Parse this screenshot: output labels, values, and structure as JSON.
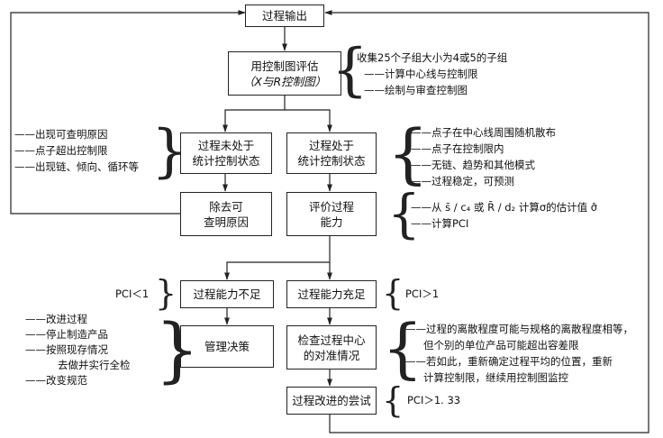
{
  "boxes": {
    "output": "过程输出",
    "evaluate_line1": "用控制图评估",
    "evaluate_line2": "（X与R控制图）",
    "not_controlled_line1": "过程未处于",
    "not_controlled_line2": "统计控制状态",
    "controlled_line1": "过程处于",
    "controlled_line2": "统计控制状态",
    "remove_line1": "除去可",
    "remove_line2": "查明原因",
    "capability_line1": "评价过程",
    "capability_line2": "能力",
    "insufficient": "过程能力不足",
    "sufficient": "过程能力充足",
    "management": "管理决策",
    "check_line1": "检查过程中心",
    "check_line2": "的对准情况",
    "improve": "过程改进的尝试"
  },
  "notes": {
    "collect": [
      "收集25个子组大小为4或5的子组",
      "——计算中心线与控制限",
      "——绘制与审查控制图"
    ],
    "causes": [
      "——出现可查明原因",
      "——点子超出控制限",
      "——出现链、倾向、循环等"
    ],
    "random": [
      "——点子在中心线周围随机散布",
      "——点子在控制限内",
      "——无链、趋势和其他模式",
      "——过程稳定，可预测"
    ],
    "estimate": [
      "——从 s̄ / c₄ 或 R̄ / d₂ 计算σ的估计值 σ̂",
      "——计算PCI"
    ],
    "pci_low": "PCI＜1",
    "pci_high": "PCI＞1",
    "actions": [
      "——改进过程",
      "——停止制造产品",
      "——按照现存情况",
      "去做并实行全检",
      "——改变规范"
    ],
    "deviation": [
      "——过程的离散程度可能与规格的离散程度相等，",
      "但个别的单位产品可能超出容差限",
      "——若如此，重新确定过程平均的位置，重新",
      "计算控制限，继续用控制图监控"
    ],
    "pci_133": "PCI＞1. 33"
  }
}
